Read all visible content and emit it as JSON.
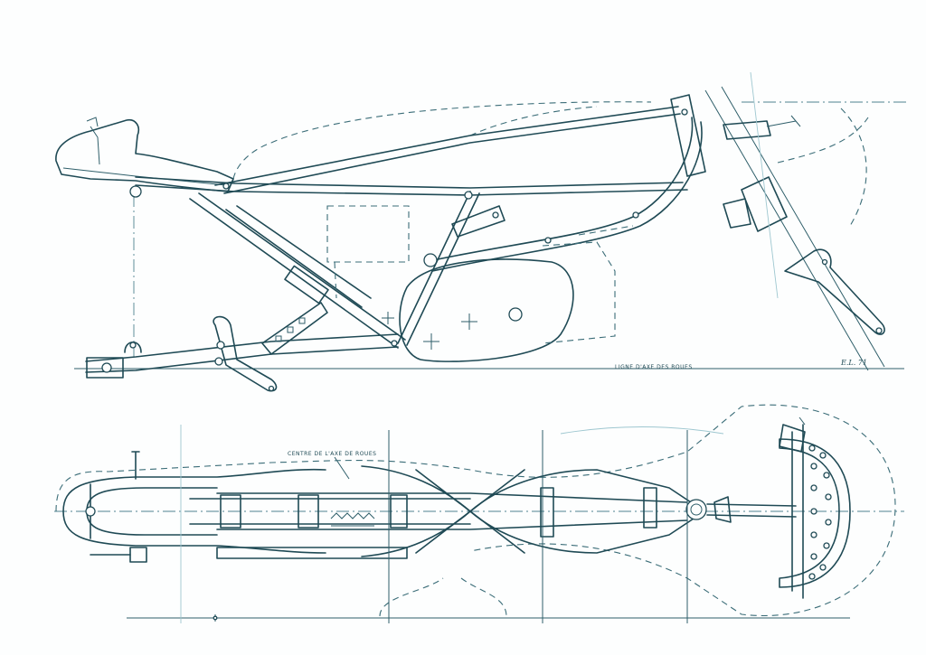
{
  "drawing": {
    "side_view_label": "LIGNE D'AXE DES ROUES",
    "plan_view_label": "CENTRE DE L'AXE DE ROUES",
    "signature": "E.L. 71"
  },
  "colors": {
    "ink": "#1f4a55",
    "paper": "#fdfefe",
    "ghost": "#9ec7d0"
  }
}
